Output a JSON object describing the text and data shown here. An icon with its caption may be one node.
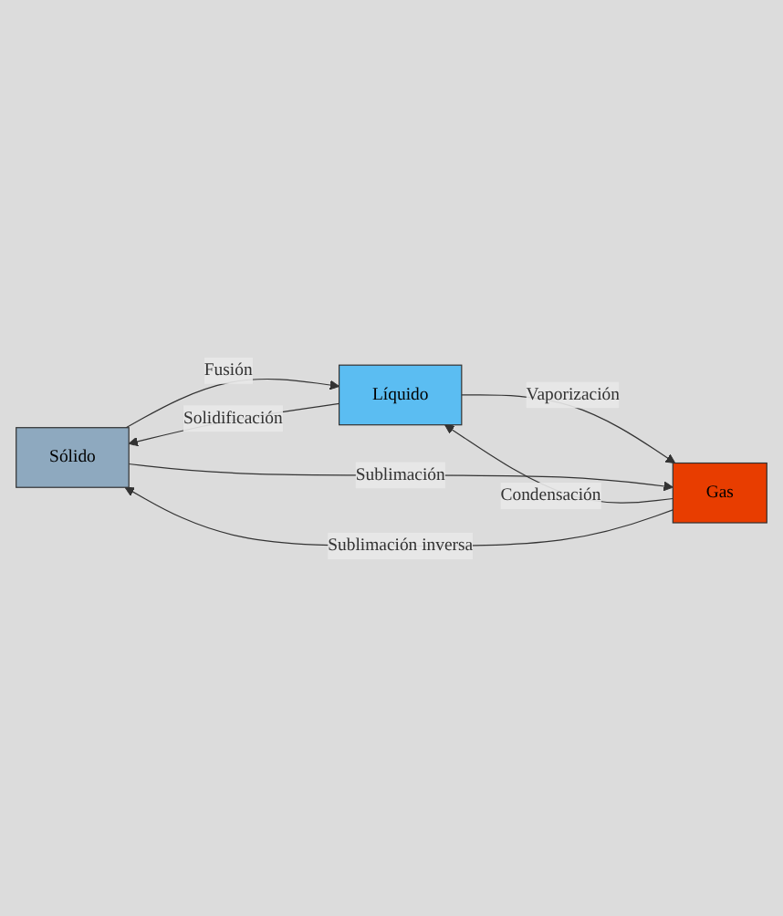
{
  "diagram": {
    "nodes": [
      {
        "text": [
          "Sólido"
        ]
      },
      {
        "text": [
          "Líquido"
        ]
      },
      {
        "text": [
          "Gas"
        ]
      }
    ],
    "edges": [
      {
        "from": 0,
        "to": 1,
        "arrow": "to",
        "label": "Fusión"
      },
      {
        "from": 1,
        "to": 2,
        "arrow": "to",
        "label": "Vaporización"
      },
      {
        "from": 0,
        "to": 2,
        "arrow": "to",
        "label": "Sublimación"
      },
      {
        "from": 1,
        "to": 0,
        "arrow": "to",
        "label": "Solidificación"
      },
      {
        "from": 2,
        "to": 1,
        "arrow": "to",
        "label": "Condensación"
      },
      {
        "from": 2,
        "to": 0,
        "arrow": "to",
        "label": "Sublimación inversa"
      }
    ]
  }
}
